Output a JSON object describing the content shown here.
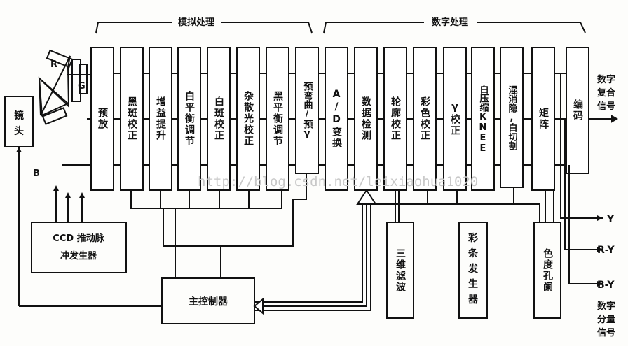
{
  "sections": {
    "analog": "模拟处理",
    "digital": "数字处理"
  },
  "lens": "镜头",
  "prism_labels": {
    "r": "R",
    "g": "G",
    "b": "B"
  },
  "chain": [
    {
      "id": "preamp",
      "label": "预放"
    },
    {
      "id": "black-shading",
      "label": "黑斑校正"
    },
    {
      "id": "gain-boost",
      "label": "增益提升"
    },
    {
      "id": "white-balance",
      "label": "白平衡调节"
    },
    {
      "id": "white-shading",
      "label": "白斑校正"
    },
    {
      "id": "flare",
      "label": "杂散光校正"
    },
    {
      "id": "black-balance",
      "label": "黑平衡调节"
    },
    {
      "id": "pre-knee",
      "label": "预弯曲/预γ"
    },
    {
      "id": "ad",
      "label": "A/D变换"
    },
    {
      "id": "data-detect",
      "label": "数据检测"
    },
    {
      "id": "contour",
      "label": "轮廓校正"
    },
    {
      "id": "color-correct",
      "label": "彩色校正"
    },
    {
      "id": "gamma",
      "label": "γ校正"
    },
    {
      "id": "knee",
      "label": "白压缩KNEE"
    },
    {
      "id": "blanking",
      "label": "混消隐,白切割"
    },
    {
      "id": "matrix",
      "label": "矩阵"
    },
    {
      "id": "encoder",
      "label": "编码"
    }
  ],
  "ccd_driver": "CCD 推动脉冲发生器",
  "main_controller": "主控制器",
  "filter3d": "三维滤波",
  "color_bar": "彩条发生器",
  "chroma_aperture": "色度孔阑",
  "outputs": {
    "composite": "数字复合信号",
    "y": "Y",
    "ry": "R-Y",
    "by": "B-Y",
    "component": "数字分量信号"
  },
  "watermark": "http://blog.csdn.net/leixiaohua1020"
}
